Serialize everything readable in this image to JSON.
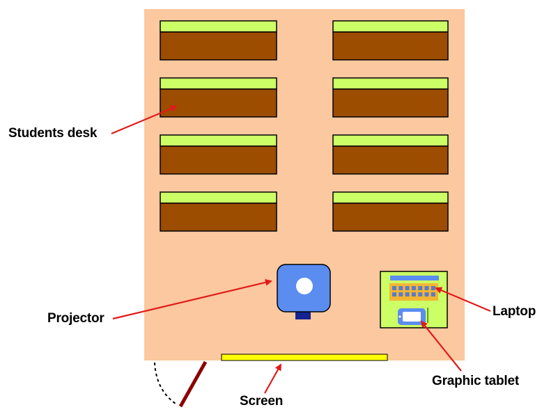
{
  "labels": {
    "students_desk": "Students desk",
    "projector": "Projector",
    "laptop": "Laptop",
    "graphic_tablet": "Graphic tablet",
    "screen": "Screen"
  },
  "colors": {
    "room_floor": "#FBC89F",
    "desk_top": "#CCFF66",
    "desk_body": "#9C4D00",
    "projector_body": "#5B8CF0",
    "projector_base": "#14238F",
    "laptop_area": "#CCFF66",
    "laptop_bar": "#5B8CF0",
    "keyboard": "#F2B632",
    "keyboard_keys": "#5B7BC8",
    "screen": "#FFFF00",
    "door": "#8B0000",
    "arrow": "#E21A1A"
  },
  "icons": {
    "projector": "projector-icon",
    "laptop": "laptop-icon",
    "tablet": "graphic-tablet-icon",
    "door": "door-icon"
  }
}
